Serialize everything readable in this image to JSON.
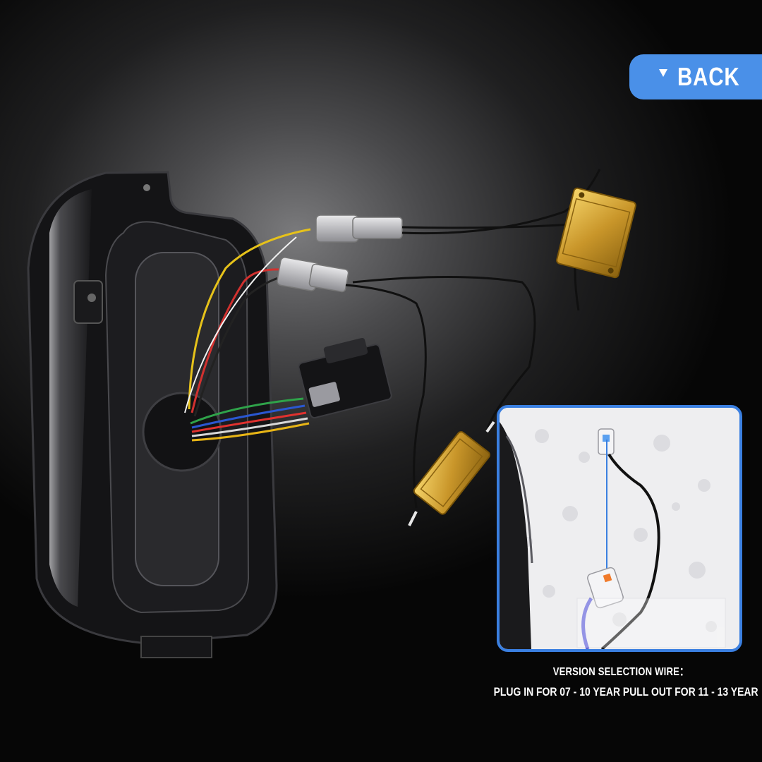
{
  "back_button": {
    "label": "BACK",
    "icon": "triangle-down-icon",
    "color": "#4a90e8"
  },
  "inset": {
    "border_color": "#3a7fe0"
  },
  "caption": {
    "title": "VERSION SELECTION WIRE：",
    "body": "PLUG IN FOR 07 - 10 YEAR PULL OUT FOR 11 - 13 YEAR"
  }
}
